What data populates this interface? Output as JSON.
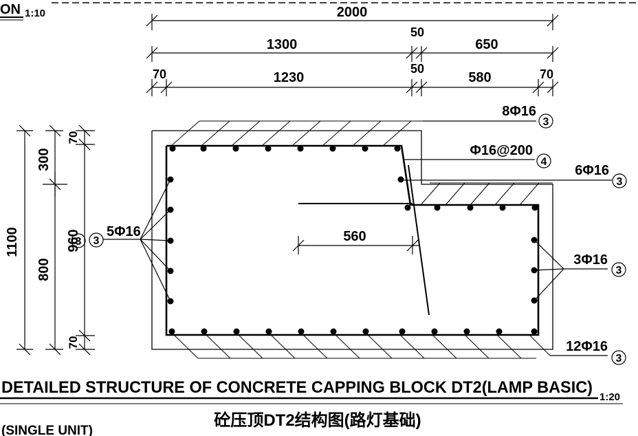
{
  "top_left_partial": "ON",
  "top_left_scale": "1:10",
  "dims_top": {
    "total": "2000",
    "row2_left": "1300",
    "row2_mid": "50",
    "row2_right": "650",
    "row3_left_cover": "70",
    "row3_left": "1230",
    "row3_mid": "50",
    "row3_right": "580",
    "row3_right_cover": "70"
  },
  "dims_left": {
    "total": "1100",
    "upper": "300",
    "lower": "800",
    "inner": "960",
    "cover_top": "70",
    "cover_bottom": "70"
  },
  "dim_inner": "560",
  "callouts": {
    "top_bars": {
      "label": "8Φ16",
      "mark": "3"
    },
    "stirrup": {
      "label": "Φ16@200",
      "mark": "4"
    },
    "step_bars": {
      "label": "6Φ16",
      "mark": "3"
    },
    "left_bars": {
      "label": "5Φ16",
      "mark": "3"
    },
    "right_bars": {
      "label": "3Φ16",
      "mark": "3"
    },
    "bottom_bars": {
      "label": "12Φ16",
      "mark": "3"
    },
    "left_dim_mark": "3"
  },
  "title_en": "DETAILED STRUCTURE OF CONCRETE CAPPING BLOCK DT2(LAMP BASIC)",
  "title_scale": "1:20",
  "title_cn": "砼压顶DT2结构图(路灯基础)",
  "bottom_left_note": "(SINGLE UNIT)"
}
